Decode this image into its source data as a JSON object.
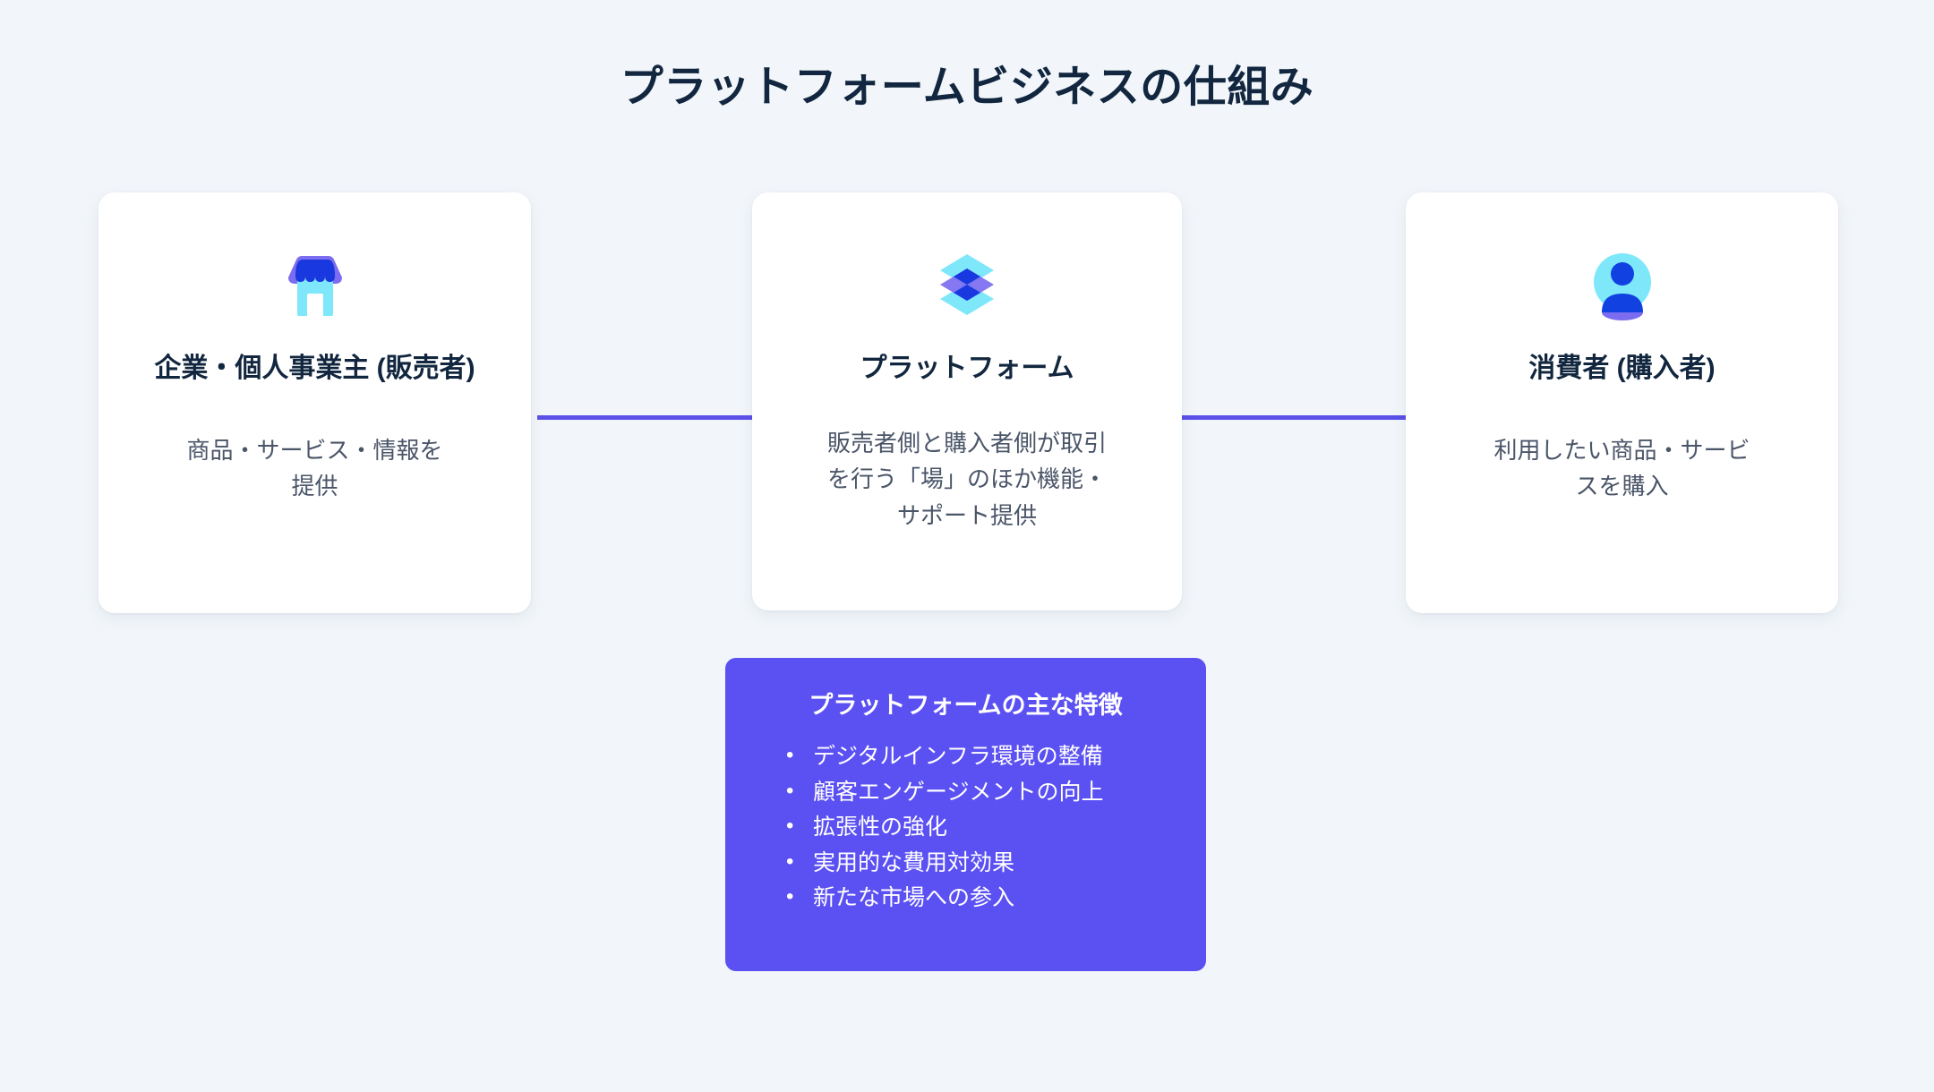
{
  "page": {
    "title": "プラットフォームビジネスの仕組み",
    "background_color": "#f2f6fa",
    "accent_color": "#5b50f2",
    "title_color": "#12273f"
  },
  "cards": [
    {
      "id": "seller",
      "icon": "storefront-icon",
      "title": "企業・個人事業主 (販売者)",
      "description": "商品・サービス・情報を提供"
    },
    {
      "id": "platform",
      "icon": "layers-icon",
      "title": "プラットフォーム",
      "description": "販売者側と購入者側が取引を行う「場」のほか機能・サポート提供"
    },
    {
      "id": "buyer",
      "icon": "user-avatar-icon",
      "title": "消費者 (購入者)",
      "description": "利用したい商品・サービスを購入"
    }
  ],
  "connectors": [
    {
      "id": "seller-to-platform",
      "color": "#5b50e8"
    },
    {
      "id": "platform-to-buyer",
      "color": "#5b50e8"
    }
  ],
  "feature_box": {
    "heading": "プラットフォームの主な特徴",
    "background_color": "#5b50f2",
    "text_color": "#ffffff",
    "items": [
      "デジタルインフラ環境の整備",
      "顧客エンゲージメントの向上",
      "拡張性の強化",
      "実用的な費用対効果",
      "新たな市場への参入"
    ]
  }
}
